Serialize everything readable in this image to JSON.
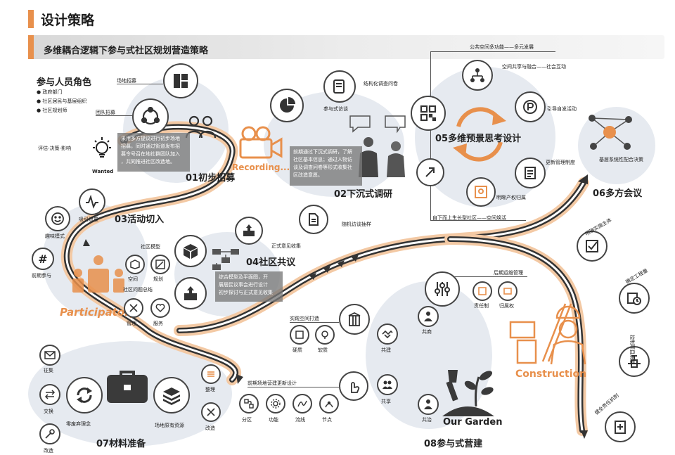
{
  "page": {
    "title": "设计策略",
    "subtitle": "多维耦合逻辑下参与式社区规划营造策略"
  },
  "roles": {
    "heading": "参与人员角色",
    "items": [
      "政府部门",
      "社区居民与基层组织",
      "社区规划师"
    ],
    "chain": "评估-决策-影响",
    "wanted": "Wanted"
  },
  "sections": {
    "s01": "01初步招募",
    "s02": "02下沉式调研",
    "s03": "03活动切入",
    "s04": "04社区共议",
    "s05": "05多维预景思考设计",
    "s06": "06多方会议",
    "s07": "07材料准备",
    "s08": "08参与式营建"
  },
  "labels": {
    "site_recruit": "场地招募",
    "team_recruit": "团队招募",
    "questionnaire": "结构化调查问卷",
    "participatory_interview": "参与式访谈",
    "random_sampling": "随机访谈抽样",
    "attract_flow": "吸引流量",
    "fun_mode": "趣味模式",
    "pre_participation": "前期参与",
    "community_model": "社区模型",
    "space": "空间",
    "planning": "规划",
    "problem_summary": "社区问题总结",
    "management": "管理",
    "service": "服务",
    "formal_opinion": "正式意见收集",
    "public_space_multi": "公共空间多功能——多元发展",
    "space_share": "空间共享与融合——社会互动",
    "guide_activity": "引导自发活动",
    "update_system": "更新管理制度",
    "property_rights": "明晰产权归属",
    "bottom_up": "自下而上生长型社区——空间焕活",
    "grassroots": "基层系统性配合决策",
    "clarify_subject": "明确实施主体",
    "set_schedule": "确定工程量",
    "control_quality": "控制项目质量",
    "safety_mech": "健全责任机制",
    "later_ops": "后期运维管理",
    "responsibility": "责任制",
    "ownership": "归属权",
    "practice_space": "实践空间打造",
    "hard_quality": "硬质",
    "soft_quality": "软质",
    "co_build": "共建",
    "co_share": "共享",
    "co_govern": "共治",
    "co_business": "共商",
    "early_design": "前期场地营建更新设计",
    "zoning": "分区",
    "function": "功能",
    "flow": "流线",
    "node": "节点",
    "collect": "征集",
    "exchange": "交换",
    "transform": "改造",
    "zero_waste": "零废弃理念",
    "site_resources": "场地原有资源",
    "organize": "整理",
    "transform2": "改造",
    "recording": "Recording...",
    "participatory": "Participatory",
    "construction": "Construction",
    "our_garden": "Our Garden"
  },
  "notes": {
    "n01": [
      "采用多方提议进行初步场地",
      "招募，同时通过街道发布招",
      "募令号召在地社群团队加入",
      "，共同推进社区改造地。"
    ],
    "n02": [
      "前期通过下沉式调研，了解",
      "社区基本信息；通过人物访",
      "谈及调查问卷等形式收集社",
      "区改造意愿。"
    ],
    "n04": [
      "综合模型及平面图，开",
      "展居民议事会进行设计",
      "初步探讨与正式意见收集"
    ]
  },
  "colors": {
    "accent": "#e8904c",
    "dark": "#3a3a3a",
    "bubble": "#e6eaf0",
    "path_glow": "#f3c9a4"
  }
}
